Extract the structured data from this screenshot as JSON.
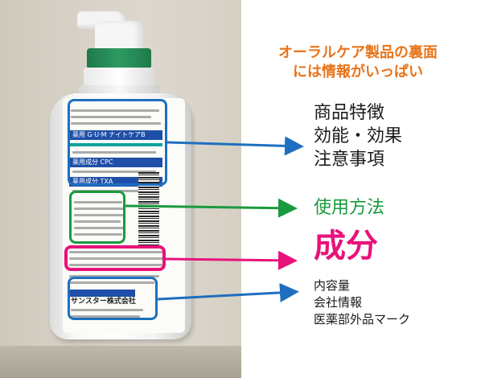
{
  "headline": {
    "lines": [
      "オーラルケア製品の裏面",
      "には情報がいっぱい"
    ],
    "color": "#e8741a"
  },
  "callouts": {
    "product_info": {
      "lines": [
        "商品特徴",
        "効能・効果",
        "注意事項"
      ],
      "frame_color": "#1e6fbf"
    },
    "usage": {
      "lines": [
        "使用方法"
      ],
      "frame_color": "#1a9a3e"
    },
    "ingredients": {
      "lines": [
        "成分"
      ],
      "frame_color": "#e8127a"
    },
    "company": {
      "lines": [
        "内容量",
        "会社情報",
        "医薬部外品マーク"
      ],
      "frame_color": "#1e6fbf"
    }
  },
  "label": {
    "brand_text": "薬用 G·U·M ナイトケアB",
    "lines": {
      "cpc": "薬用成分 CPC",
      "txa": "薬用成分 TXA",
      "company_name": "サンスター株式会社"
    }
  }
}
